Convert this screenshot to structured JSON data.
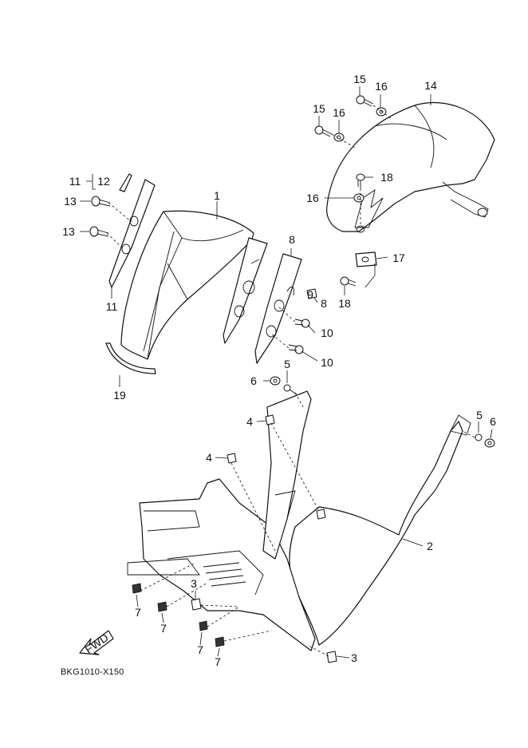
{
  "diagram": {
    "catalog_code": "BKG1010-X150",
    "fwd_label": "FWD",
    "callouts": {
      "c1": "1",
      "c2": "2",
      "c3a": "3",
      "c3b": "3",
      "c4a": "4",
      "c4b": "4",
      "c5a": "5",
      "c5b": "5",
      "c6a": "6",
      "c6b": "6",
      "c7a": "7",
      "c7b": "7",
      "c7c": "7",
      "c7d": "7",
      "c8a": "8",
      "c8b": "8",
      "c9": "9",
      "c10a": "10",
      "c10b": "10",
      "c11a": "11",
      "c11b": "11",
      "c12": "12",
      "c13a": "13",
      "c13b": "13",
      "c14": "14",
      "c15a": "15",
      "c15b": "15",
      "c16a": "16",
      "c16b": "16",
      "c16c": "16",
      "c17": "17",
      "c18a": "18",
      "c18b": "18",
      "c19": "19"
    }
  }
}
